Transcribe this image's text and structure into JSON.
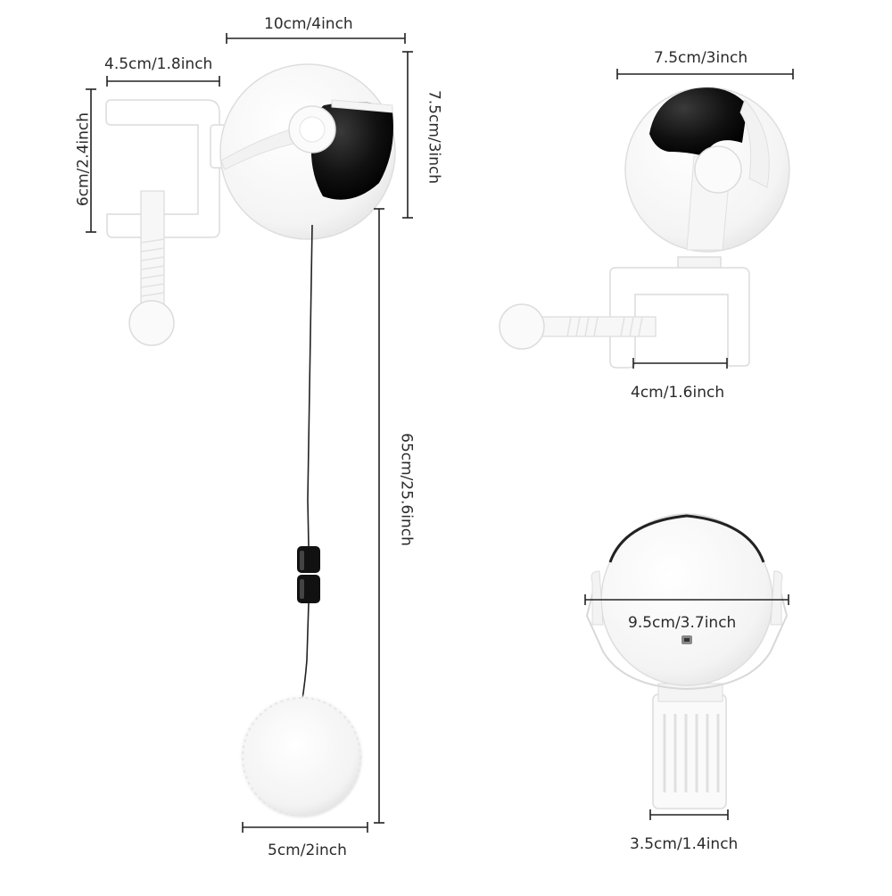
{
  "dimensions": {
    "total_width": "10cm/4inch",
    "clamp_width": "4.5cm/1.8inch",
    "clamp_height": "6cm/2.4inch",
    "ball_height": "7.5cm/3inch",
    "string_length": "65cm/25.6inch",
    "pompom_width": "5cm/2inch",
    "side_ball_width": "7.5cm/3inch",
    "clamp_opening": "4cm/1.6inch",
    "back_width": "9.5cm/3.7inch",
    "back_clip_width": "3.5cm/1.4inch"
  },
  "colors": {
    "body": "#ffffff",
    "outline": "#dedede",
    "shade": "#f1f1f1",
    "dark": "#111111",
    "dim_line": "#222222"
  }
}
